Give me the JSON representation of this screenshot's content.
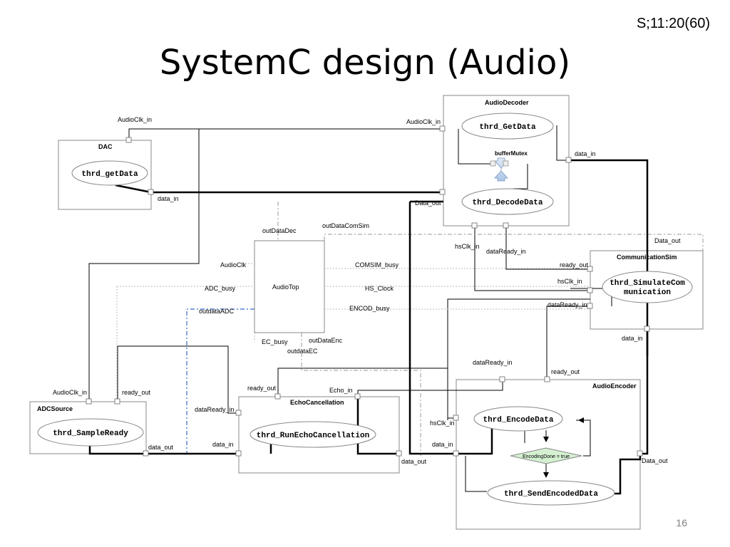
{
  "slide": {
    "title": "SystemC design (Audio)",
    "tag": "S;11:20(60)",
    "page_number": "16"
  },
  "modules": {
    "dac": {
      "name": "DAC",
      "thread": "thrd_getData"
    },
    "audio_decoder": {
      "name": "AudioDecoder",
      "thread_get": "thrd_GetData",
      "mutex": "bufferMutex",
      "thread_decode": "thrd_DecodeData"
    },
    "audio_top": {
      "name": "AudioTop"
    },
    "communication_sim": {
      "name": "CommunicationSim",
      "thread_line1": "thrd_SimulateCom",
      "thread_line2": "munication"
    },
    "adc_source": {
      "name": "ADCSource",
      "thread": "thrd_SampleReady"
    },
    "echo_cancellation": {
      "name": "EchoCancellation",
      "thread": "thrd_RunEchoCancellation"
    },
    "audio_encoder": {
      "name": "AudioEncoder",
      "thread_encode": "thrd_EncodeData",
      "condition": "EncodingDone = true",
      "thread_send": "thrd_SendEncodedData"
    }
  },
  "ports": {
    "audioclk_in_top": "AudioClk_in",
    "audioclk_in_decoder": "AudioClk_in",
    "dac_data_in": "data_in",
    "decoder_data_in": "data_in",
    "decoder_data_out": "Data_out",
    "out_data_dec": "outDataDec",
    "out_data_comsim": "outDataComSim",
    "comsim_data_out": "Data_out",
    "hsclk_in_left": "hsClk_in",
    "dataready_in_decoder": "dataReady_in",
    "top_audioclk": "AudioClk",
    "top_comsim_busy": "COMSIM_busy",
    "comsim_ready_out": "ready_out",
    "comsim_hsclk_in": "hsClk_in",
    "top_adc_busy": "ADC_busy",
    "top_hs_clock": "HS_Clock",
    "top_outdata_adc": "outdataADC",
    "top_encod_busy": "ENCOD_busy",
    "comsim_dataready_in": "dataReady_in",
    "comsim_data_in": "data_in",
    "top_ec_busy": "EC_busy",
    "top_outdata_enc": "outDataEnc",
    "top_outdata_ec": "outdataEC",
    "enc_dataready_in": "dataReady_in",
    "enc_ready_out": "ready_out",
    "adc_audioclk_in": "AudioClk_in",
    "adc_ready_out": "ready_out",
    "ec_ready_out": "ready_out",
    "ec_echo_in": "Echo_in",
    "ec_dataready_in": "dataReady_in",
    "enc_hsclk_in": "hsClk_in",
    "adc_data_out": "data_out",
    "ec_data_in": "data_in",
    "ec_data_out": "data_out",
    "enc_data_in": "data_in",
    "enc_data_out": "Data_out"
  }
}
